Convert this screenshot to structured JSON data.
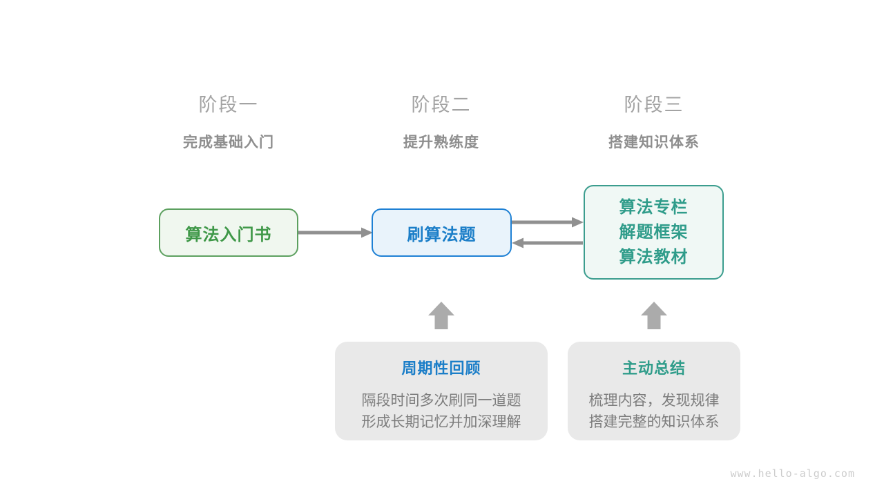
{
  "stages": [
    {
      "label": "阶段一",
      "subtitle": "完成基础入门"
    },
    {
      "label": "阶段二",
      "subtitle": "提升熟练度"
    },
    {
      "label": "阶段三",
      "subtitle": "搭建知识体系"
    }
  ],
  "boxes": {
    "stage1": {
      "label": "算法入门书"
    },
    "stage2": {
      "label": "刷算法题"
    },
    "stage3": {
      "lines": [
        "算法专栏",
        "解题框架",
        "算法教材"
      ]
    }
  },
  "notes": [
    {
      "title": "周期性回顾",
      "lines": [
        "隔段时间多次刷同一道题",
        "形成长期记忆并加深理解"
      ]
    },
    {
      "title": "主动总结",
      "lines": [
        "梳理内容，发现规律",
        "搭建完整的知识体系"
      ]
    }
  ],
  "footer": {
    "watermark": "www.hello-algo.com"
  },
  "colors": {
    "heading": "#a3a3a3",
    "subheading": "#8e8e8e",
    "green": "#5ca05f",
    "green_bg": "#f0f7ef",
    "green_text": "#3f9848",
    "blue": "#1e80d4",
    "blue_bg": "#e9f3fb",
    "blue_text": "#1b7ec8",
    "teal": "#3b9d8e",
    "teal_bg": "#f0f8f5",
    "teal_text": "#2f9c8a",
    "arrow": "#909090",
    "block_arrow": "#ababab",
    "note_bg": "#e9e9e9",
    "body": "#7d7d7d",
    "watermark": "#cccccc"
  }
}
